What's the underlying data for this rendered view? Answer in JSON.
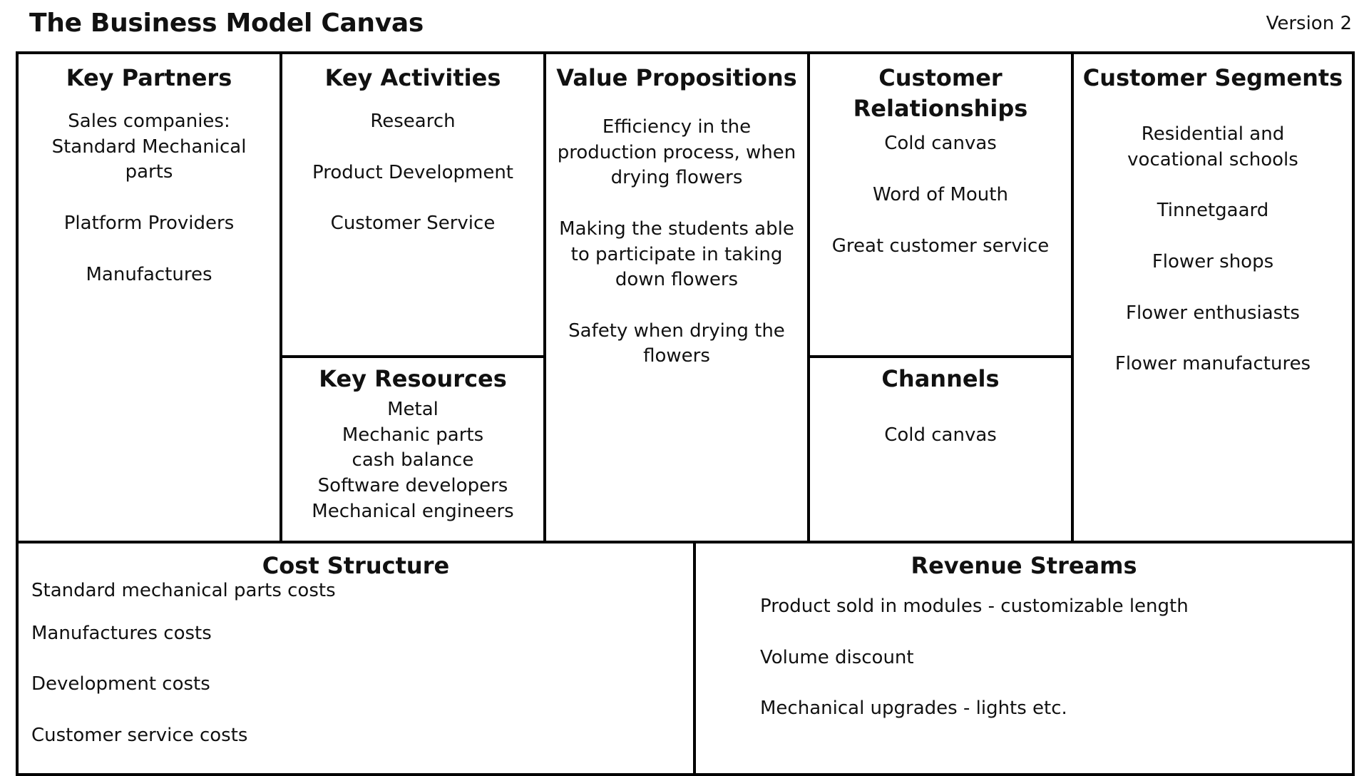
{
  "header": {
    "title": "The Business Model Canvas",
    "version": "Version 2"
  },
  "key_partners": {
    "title": "Key Partners",
    "items": [
      "Sales companies: Standard Mechanical parts",
      "Platform Providers",
      "Manufactures"
    ]
  },
  "key_activities": {
    "title": "Key Activities",
    "items": [
      "Research",
      "Product Development",
      "Customer Service"
    ]
  },
  "key_resources": {
    "title": "Key Resources",
    "items": [
      "Metal",
      "Mechanic parts",
      "cash balance",
      "Software developers",
      "Mechanical engineers"
    ]
  },
  "value_propositions": {
    "title": "Value Propositions",
    "items": [
      "Efficiency in the production process, when drying flowers",
      "Making the students able to participate in taking down flowers",
      "Safety when drying the flowers"
    ]
  },
  "customer_relationships": {
    "title": "Customer Relationships",
    "items": [
      "Cold canvas",
      "Word of Mouth",
      "Great customer service"
    ]
  },
  "channels": {
    "title": "Channels",
    "items": [
      "Cold canvas"
    ]
  },
  "customer_segments": {
    "title": "Customer Segments",
    "items": [
      "Residential and vocational schools",
      "Tinnetgaard",
      "Flower shops",
      "Flower enthusiasts",
      "Flower manufactures"
    ]
  },
  "cost_structure": {
    "title": "Cost Structure",
    "items": [
      "Standard mechanical parts costs",
      "Manufactures costs",
      "Development costs",
      "Customer service costs"
    ]
  },
  "revenue_streams": {
    "title": "Revenue Streams",
    "items": [
      "Product sold in modules - customizable length",
      "Volume discount",
      "Mechanical upgrades - lights etc."
    ]
  }
}
